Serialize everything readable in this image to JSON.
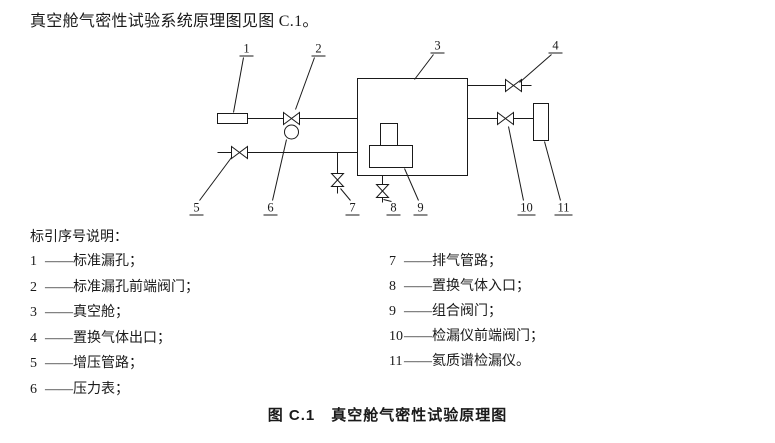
{
  "page": {
    "intro": "真空舱气密性试验系统原理图见图 C.1。",
    "caption": "图 C.1　真空舱气密性试验原理图"
  },
  "legend": {
    "header": "标引序号说明：",
    "left": [
      {
        "num": "1",
        "text": "——标准漏孔；"
      },
      {
        "num": "2",
        "text": "——标准漏孔前端阀门；"
      },
      {
        "num": "3",
        "text": "——真空舱；"
      },
      {
        "num": "4",
        "text": "——置换气体出口；"
      },
      {
        "num": "5",
        "text": "——增压管路；"
      },
      {
        "num": "6",
        "text": "——压力表；"
      }
    ],
    "right": [
      {
        "num": "7",
        "text": "——排气管路；"
      },
      {
        "num": "8",
        "text": "——置换气体入口；"
      },
      {
        "num": "9",
        "text": "——组合阀门；"
      },
      {
        "num": "10",
        "text": "——检漏仪前端阀门；"
      },
      {
        "num": "11",
        "text": "——氦质谱检漏仪。"
      }
    ]
  },
  "diagram": {
    "callouts": [
      "1",
      "2",
      "3",
      "4",
      "5",
      "6",
      "7",
      "8",
      "9",
      "10",
      "11"
    ]
  }
}
